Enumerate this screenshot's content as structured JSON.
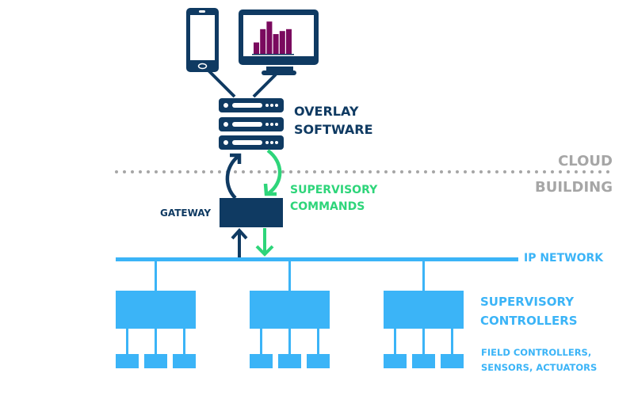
{
  "colors": {
    "navy": "#0f3a62",
    "green": "#2ed57a",
    "blue": "#3bb4f7",
    "gray": "#a6a6a6",
    "purple": "#7a0a5e"
  },
  "labels": {
    "overlay_software": [
      "OVERLAY",
      "SOFTWARE"
    ],
    "cloud": "CLOUD",
    "building": "BUILDING",
    "gateway": "GATEWAY",
    "supervisory_commands": [
      "SUPERVISORY",
      "COMMANDS"
    ],
    "ip_network": "IP NETWORK",
    "supervisory_controllers": [
      "SUPERVISORY",
      "CONTROLLERS"
    ],
    "field_devices": [
      "FIELD CONTROLLERS,",
      "SENSORS, ACTUATORS"
    ]
  },
  "devices": {
    "phone": "smartphone-icon",
    "monitor": "monitor-chart-icon",
    "server": "server-stack-icon",
    "monitor_chart_bars": [
      0.3,
      0.65,
      0.85,
      0.52,
      0.6,
      0.65
    ]
  },
  "network": {
    "supervisory_controller_count": 3,
    "field_devices_per_controller": 3
  }
}
